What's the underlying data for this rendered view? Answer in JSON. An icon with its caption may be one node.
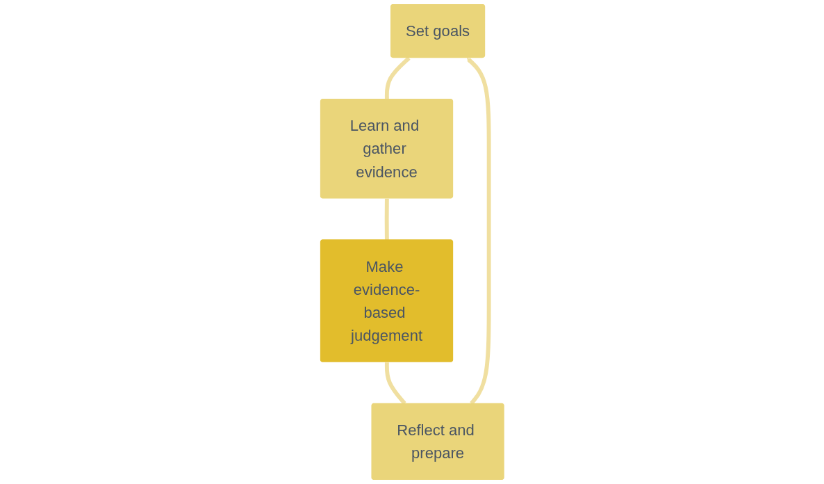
{
  "diagram": {
    "nodes": [
      {
        "text": [
          "Set goals"
        ]
      },
      {
        "text": [
          "Reflect and prepare"
        ]
      },
      {
        "text": [
          "Learn and gather evidence"
        ]
      },
      {
        "text": [
          "Make evidence-based judgement"
        ]
      }
    ],
    "edges": [
      {
        "from": 0,
        "to": 2,
        "arrow": "none"
      },
      {
        "from": 2,
        "to": 3,
        "arrow": "none"
      },
      {
        "from": 3,
        "to": 1,
        "arrow": "none"
      },
      {
        "from": 1,
        "to": 0,
        "arrow": "to"
      }
    ]
  }
}
